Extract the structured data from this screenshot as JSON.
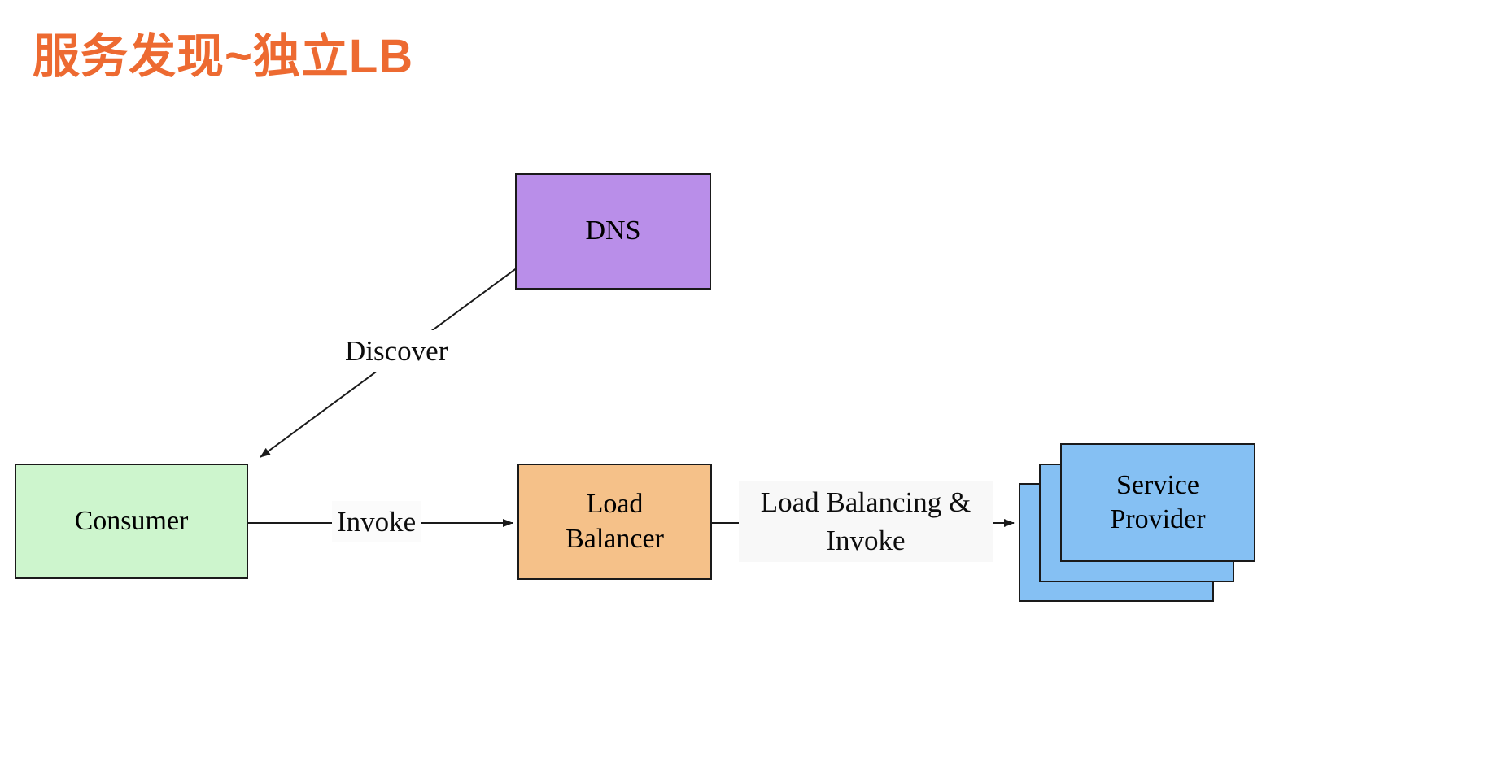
{
  "title": "服务发现~独立LB",
  "colors": {
    "title": "#ed6a31",
    "dns_fill": "#b98ee9",
    "consumer_fill": "#cdf5cd",
    "load_balancer_fill": "#f5c189",
    "provider_fill": "#85c0f3",
    "border": "#1a1a1a",
    "line": "#1a1a1a"
  },
  "nodes": {
    "dns": {
      "label": "DNS"
    },
    "consumer": {
      "label": "Consumer"
    },
    "load_balancer": {
      "label": "Load Balancer"
    },
    "service_provider": {
      "label": "Service Provider"
    }
  },
  "edges": {
    "discover": {
      "label": "Discover",
      "from": "DNS",
      "to": "Consumer"
    },
    "invoke": {
      "label": "Invoke",
      "from": "Consumer",
      "to": "Load Balancer"
    },
    "lb_invoke": {
      "label": "Load Balancing & Invoke",
      "from": "Load Balancer",
      "to": "Service Provider"
    }
  }
}
